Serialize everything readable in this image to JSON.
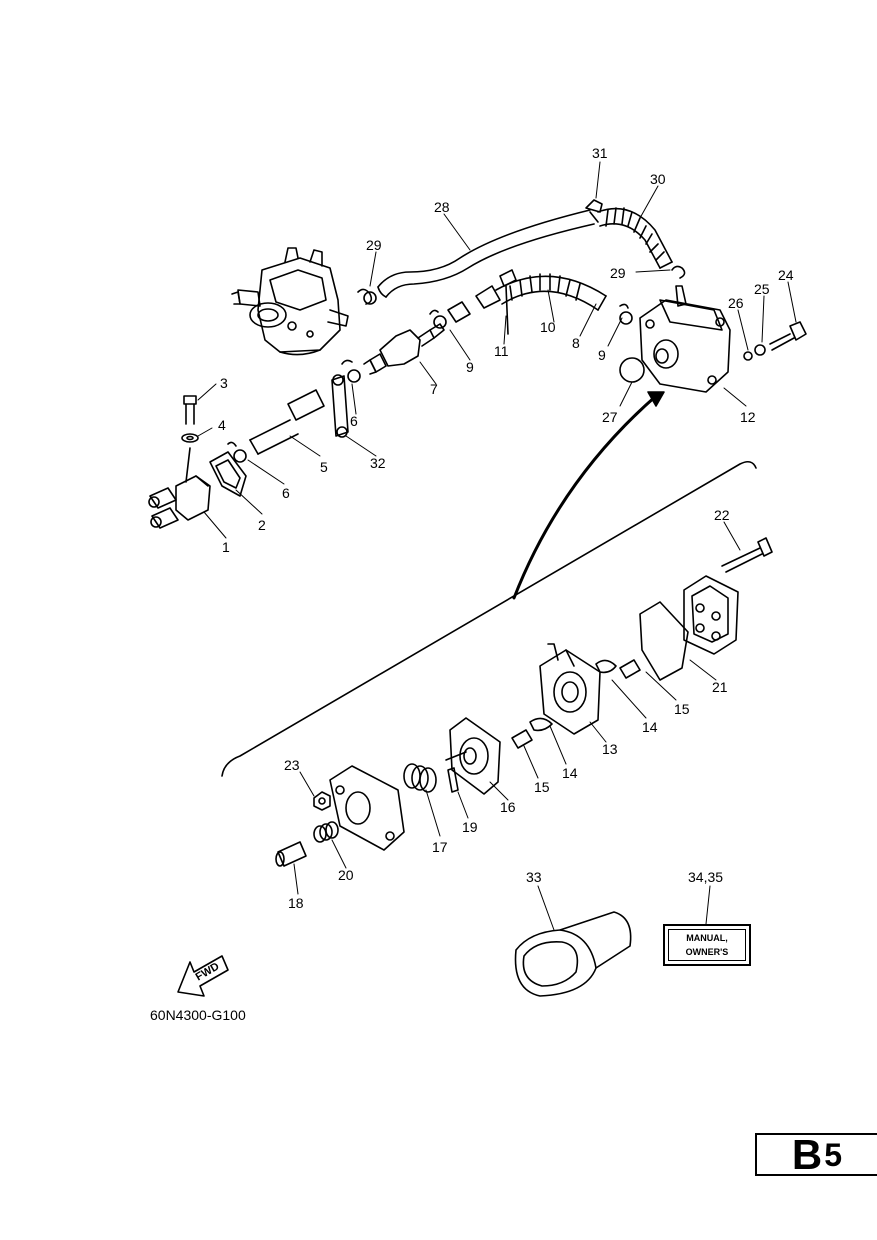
{
  "diagram": {
    "callouts": [
      {
        "id": "c1",
        "text": "1"
      },
      {
        "id": "c2",
        "text": "2"
      },
      {
        "id": "c3",
        "text": "3"
      },
      {
        "id": "c4",
        "text": "4"
      },
      {
        "id": "c5",
        "text": "5"
      },
      {
        "id": "c6a",
        "text": "6"
      },
      {
        "id": "c6b",
        "text": "6"
      },
      {
        "id": "c7",
        "text": "7"
      },
      {
        "id": "c8",
        "text": "8"
      },
      {
        "id": "c9a",
        "text": "9"
      },
      {
        "id": "c9b",
        "text": "9"
      },
      {
        "id": "c10",
        "text": "10"
      },
      {
        "id": "c11",
        "text": "11"
      },
      {
        "id": "c12",
        "text": "12"
      },
      {
        "id": "c13",
        "text": "13"
      },
      {
        "id": "c14a",
        "text": "14"
      },
      {
        "id": "c14b",
        "text": "14"
      },
      {
        "id": "c15a",
        "text": "15"
      },
      {
        "id": "c15b",
        "text": "15"
      },
      {
        "id": "c16",
        "text": "16"
      },
      {
        "id": "c17",
        "text": "17"
      },
      {
        "id": "c18",
        "text": "18"
      },
      {
        "id": "c19",
        "text": "19"
      },
      {
        "id": "c20",
        "text": "20"
      },
      {
        "id": "c21",
        "text": "21"
      },
      {
        "id": "c22",
        "text": "22"
      },
      {
        "id": "c23",
        "text": "23"
      },
      {
        "id": "c24",
        "text": "24"
      },
      {
        "id": "c25",
        "text": "25"
      },
      {
        "id": "c26",
        "text": "26"
      },
      {
        "id": "c27",
        "text": "27"
      },
      {
        "id": "c28",
        "text": "28"
      },
      {
        "id": "c29a",
        "text": "29"
      },
      {
        "id": "c29b",
        "text": "29"
      },
      {
        "id": "c30",
        "text": "30"
      },
      {
        "id": "c31",
        "text": "31"
      },
      {
        "id": "c32",
        "text": "32"
      },
      {
        "id": "c33",
        "text": "33"
      },
      {
        "id": "c3435",
        "text": "34,35"
      }
    ],
    "manual_line1": "MANUAL,",
    "manual_line2": "OWNER'S",
    "fwd_label": "FWD",
    "diagram_code": "60N4300-G100",
    "page_tag_letter": "B",
    "page_tag_number": "5"
  }
}
